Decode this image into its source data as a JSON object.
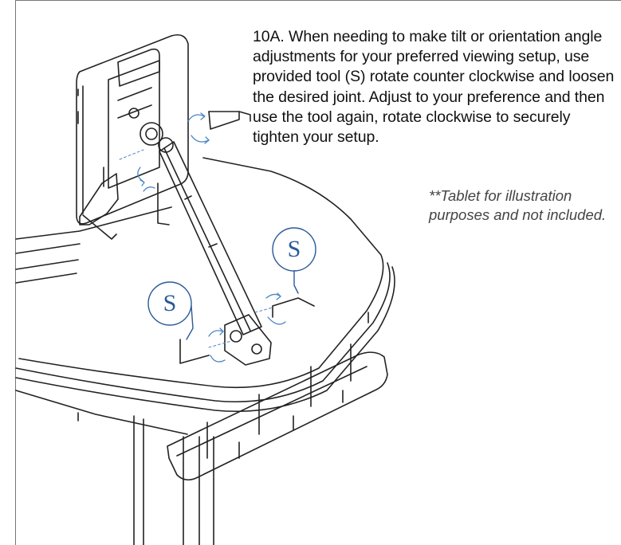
{
  "instruction": {
    "text": "10A. When needing to make tilt or orientation angle adjustments for your preferred viewing setup, use provided tool (S) rotate counter clockwise and loosen the desired joint. Adjust to your preference and then use the tool again, rotate clockwise to securely tighten your setup."
  },
  "note": {
    "text": "**Tablet for illustration purposes and not included."
  },
  "callouts": {
    "tool_left": "S",
    "tool_right": "S"
  },
  "colors": {
    "line_art": "#222222",
    "callout_blue": "#2a5a98",
    "arrow_blue": "#4a86c6"
  }
}
